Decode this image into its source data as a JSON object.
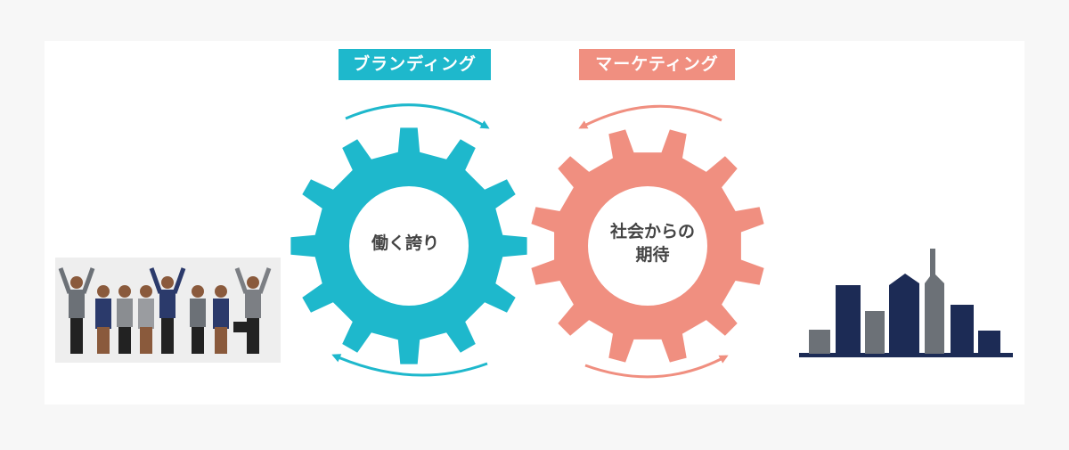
{
  "colors": {
    "branding": "#1eb8cc",
    "marketing": "#f08f80",
    "city": "#1c2b55",
    "city_gray": "#6c7177",
    "text": "#444444"
  },
  "branding": {
    "label": "ブランディング",
    "gear_text": "働く誇り"
  },
  "marketing": {
    "label": "マーケティング",
    "gear_text_line1": "社会からの",
    "gear_text_line2": "期待"
  },
  "icons": {
    "people": "employees-cheering-illustration",
    "city": "city-skyline-icon"
  }
}
